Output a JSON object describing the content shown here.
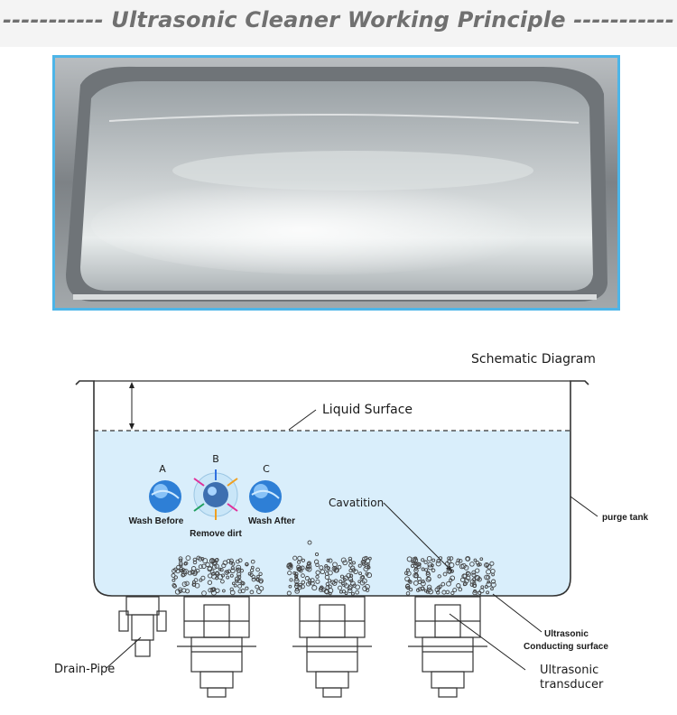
{
  "title": "----------- Ultrasonic Cleaner Working Principle  -----------",
  "diagram": {
    "heading": "Schematic Diagram",
    "liquid_surface": "Liquid Surface",
    "purge_tank": "purge tank",
    "cavitation": "Cavatition",
    "wash_before_letter": "A",
    "remove_dirt_letter": "B",
    "wash_after_letter": "C",
    "wash_before": "Wash Before",
    "remove_dirt": "Remove dirt",
    "wash_after": "Wash After",
    "conducting_surface_line1": "Ultrasonic",
    "conducting_surface_line2": "Conducting surface",
    "transducer_line1": "Ultrasonic",
    "transducer_line2": "transducer",
    "drain_pipe": "Drain-Pipe"
  },
  "colors": {
    "photo_frame": "#4db5e8",
    "liquid": "#d9eefb",
    "title": "#707070"
  }
}
